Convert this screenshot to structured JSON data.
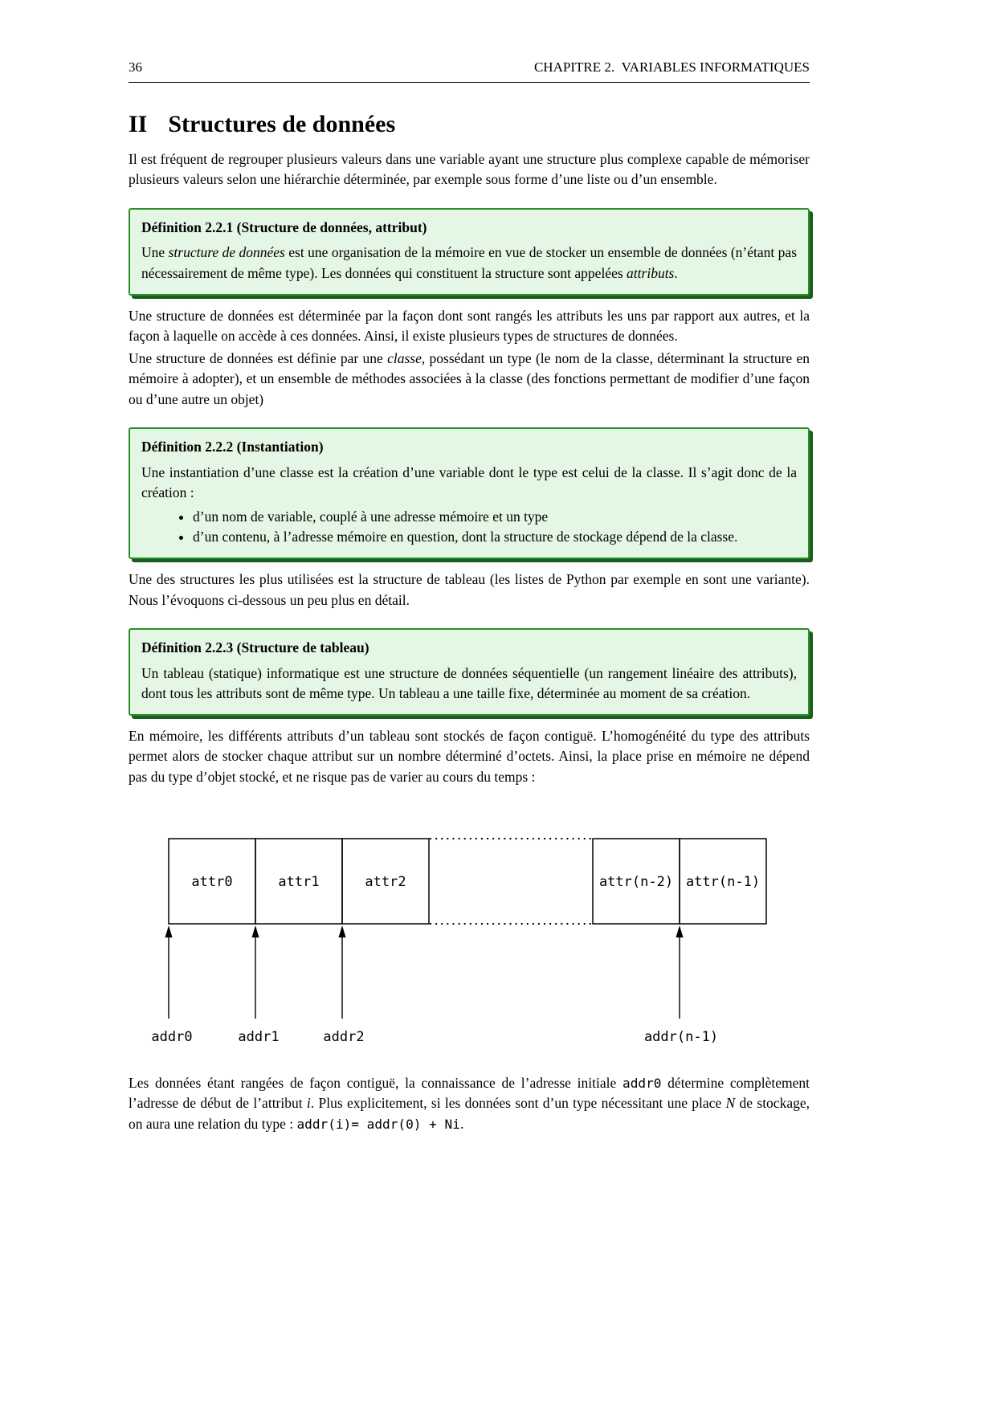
{
  "header": {
    "page_number": "36",
    "chapter": "CHAPITRE 2.  VARIABLES INFORMATIQUES"
  },
  "section": {
    "number": "II",
    "title": "Structures de données"
  },
  "intro": "Il est fréquent de regrouper plusieurs valeurs dans une variable ayant une structure plus complexe capable de mémoriser plusieurs valeurs selon une hiérarchie déterminée, par exemple sous forme d’une liste ou d’un ensemble.",
  "def1": {
    "title": "Définition 2.2.1 (Structure de données, attribut)",
    "segments": [
      {
        "text": "Une ",
        "style": "normal"
      },
      {
        "text": "structure de données",
        "style": "italic"
      },
      {
        "text": " est une organisation de la mémoire en vue de stocker un ensemble de données (n’étant pas nécessairement de même type). Les données qui constituent la structure sont appelées ",
        "style": "normal"
      },
      {
        "text": "attributs",
        "style": "italic"
      },
      {
        "text": ".",
        "style": "normal"
      }
    ]
  },
  "p1": "Une structure de données est déterminée par la façon dont sont rangés les attributs les uns par rapport aux autres, et la façon à laquelle on accède à ces données. Ainsi, il existe plusieurs types de structures de données.",
  "p2": {
    "segments": [
      {
        "text": "Une structure de données est définie par une ",
        "style": "normal"
      },
      {
        "text": "classe",
        "style": "italic"
      },
      {
        "text": ", possédant un type (le nom de la classe, déterminant la structure en mémoire à adopter), et un ensemble de méthodes associées à la classe (des fonctions permettant de modifier d’une façon ou d’une autre un objet)",
        "style": "normal"
      }
    ]
  },
  "def2": {
    "title": "Définition 2.2.2 (Instantiation)",
    "intro": "Une instantiation d’une classe est la création d’une variable dont le type est celui de la classe. Il s’agit donc de la création :",
    "bullets": [
      "d’un nom de variable, couplé à une adresse mémoire et un type",
      "d’un contenu, à l’adresse mémoire en question, dont la structure de stockage dépend de la classe."
    ]
  },
  "p3": "Une des structures les plus utilisées est la structure de tableau (les listes de Python par exemple en sont une variante). Nous l’évoquons ci-dessous un peu plus en détail.",
  "def3": {
    "title": "Définition 2.2.3 (Structure de tableau)",
    "body": "Un tableau (statique) informatique est une structure de données séquentielle (un rangement linéaire des attributs), dont tous les attributs sont de même type. Un tableau a une taille fixe, déterminée au moment de sa création."
  },
  "p4": "En mémoire, les différents attributs d’un tableau sont stockés de façon contiguë. L’homogénéité du type des attributs permet alors de stocker chaque attribut sur un nombre déterminé d’octets. Ainsi, la place prise en mémoire ne dépend pas du type d’objet stocké, et ne risque pas de varier au cours du temps :",
  "diagram": {
    "cells": [
      "attr0",
      "attr1",
      "attr2",
      "attr(n-2)",
      "attr(n-1)"
    ],
    "addresses": [
      "addr0",
      "addr1",
      "addr2",
      "addr(n-1)"
    ]
  },
  "p5": {
    "segments": [
      {
        "text": "Les données étant rangées de façon contiguë, la connaissance de l’adresse initiale ",
        "style": "normal"
      },
      {
        "text": "addr0",
        "style": "mono"
      },
      {
        "text": " détermine complètement l’adresse de début de l’attribut ",
        "style": "normal"
      },
      {
        "text": "i",
        "style": "italic"
      },
      {
        "text": ". Plus explicitement, si les données sont d’un type nécessitant une place ",
        "style": "normal"
      },
      {
        "text": "N",
        "style": "italic"
      },
      {
        "text": " de stockage, on aura une relation du type : ",
        "style": "normal"
      },
      {
        "text": "addr(i)= addr(0) + Ni",
        "style": "mono"
      },
      {
        "text": ".",
        "style": "normal"
      }
    ]
  },
  "colors": {
    "box_bg": "#e4f6e4",
    "box_border": "#2a8f2a",
    "box_shadow": "#1c5c1c"
  }
}
